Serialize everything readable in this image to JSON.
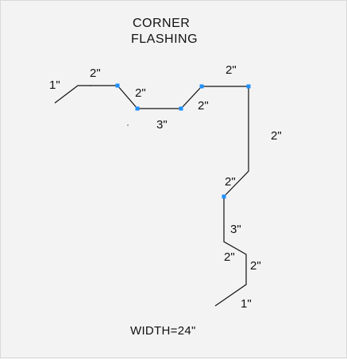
{
  "title": {
    "line1": "CORNER",
    "line2": "FLASHING"
  },
  "width_label": "WIDTH=24\"",
  "dimension_labels": {
    "top_hem": "1\"",
    "top_flat_left": "2\"",
    "top_slope_down": "2\"",
    "top_bottom": "3\"",
    "top_slope_up": "2\"",
    "top_flat_right": "2\"",
    "vertical_drop": "2\"",
    "lower_slope": "2\"",
    "lower_vertical": "3\"",
    "lower_slope_out": "2\"",
    "lower_vertical_short": "2\"",
    "bottom_hem": "1\""
  },
  "colors": {
    "background": "#f3f3f3",
    "line": "#111111",
    "handle": "#1e90ff"
  }
}
